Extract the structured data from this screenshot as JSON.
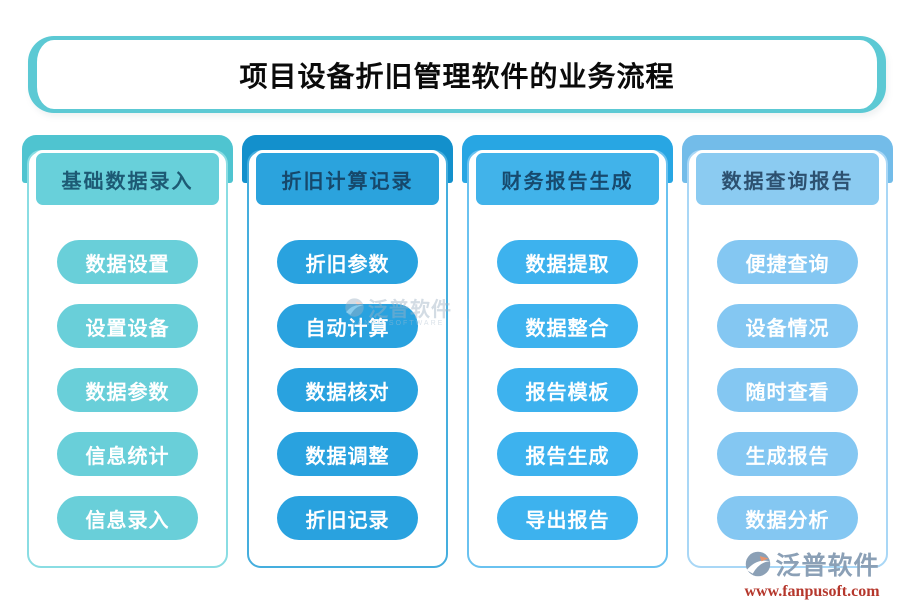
{
  "title": {
    "text": "项目设备折旧管理软件的业务流程",
    "border_color": "#5cc9d4"
  },
  "columns": [
    {
      "header": "基础数据录入",
      "colors": {
        "band": "#4fc4d0",
        "header_bg": "#68d0da",
        "header_text": "#1d5a74",
        "button": "#69cfd9",
        "panel_border": "#8adde3"
      },
      "items": [
        "数据设置",
        "设置设备",
        "数据参数",
        "信息统计",
        "信息录入"
      ]
    },
    {
      "header": "折旧计算记录",
      "colors": {
        "band": "#1390cc",
        "header_bg": "#2ba3dd",
        "header_text": "#16486b",
        "button": "#29a2df",
        "panel_border": "#45aede"
      },
      "items": [
        "折旧参数",
        "自动计算",
        "数据核对",
        "数据调整",
        "折旧记录"
      ]
    },
    {
      "header": "财务报告生成",
      "colors": {
        "band": "#28a6e3",
        "header_bg": "#41b3ea",
        "header_text": "#174a6e",
        "button": "#3db2ee",
        "panel_border": "#6ac2f0"
      },
      "items": [
        "数据提取",
        "数据整合",
        "报告模板",
        "报告生成",
        "导出报告"
      ]
    },
    {
      "header": "数据查询报告",
      "colors": {
        "band": "#73bce9",
        "header_bg": "#8bcbf1",
        "header_text": "#2d5170",
        "button": "#84c7f2",
        "panel_border": "#a9d7f6"
      },
      "items": [
        "便捷查询",
        "设备情况",
        "随时查看",
        "生成报告",
        "数据分析"
      ]
    }
  ],
  "watermark": {
    "logo_text": "泛普软件",
    "subtext": "FANPU SOFTWARE"
  },
  "footer_logo": {
    "text": "泛普软件",
    "url": "www.fanpusoft.com"
  }
}
